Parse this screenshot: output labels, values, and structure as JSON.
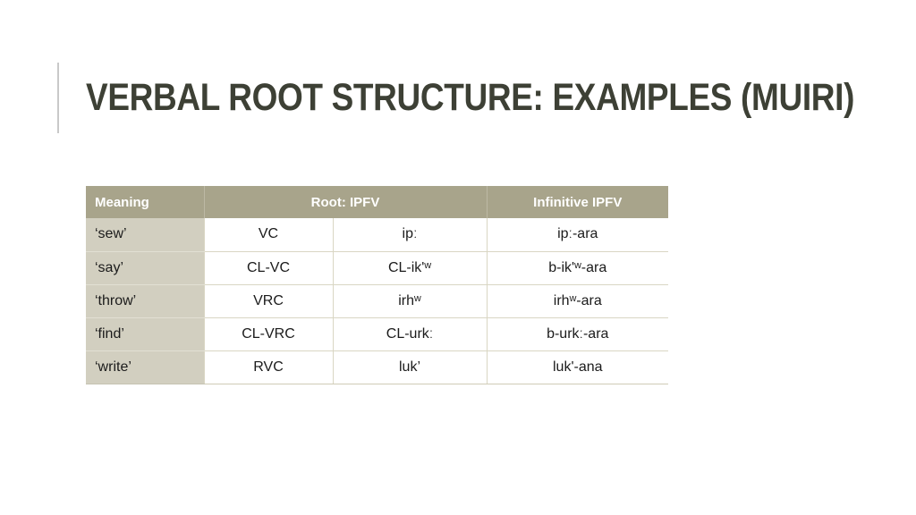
{
  "slide": {
    "title": "VERBAL ROOT STRUCTURE: EXAMPLES (MUIRI)",
    "background_color": "#ffffff",
    "title_color": "#3d4035",
    "accent_rule_color": "#c9c9c9"
  },
  "table": {
    "header_background": "#a8a48b",
    "header_text_color": "#ffffff",
    "meaning_column_background": "#d2cfc0",
    "gridline_color": "#d9d6c3",
    "headers": {
      "meaning": "Meaning",
      "root_ipfv": "Root: IPFV",
      "infinitive_ipfv": "Infinitive IPFV"
    },
    "rows": [
      {
        "meaning": "‘sew’",
        "template": "VC",
        "root": "ipː",
        "infinitive": "ipː-ara"
      },
      {
        "meaning": "‘say’",
        "template": "CL-VC",
        "root": "CL-ik'ʷ",
        "infinitive": "b-ik'ʷ-ara"
      },
      {
        "meaning": "‘throw’",
        "template": "VRC",
        "root": "irhʷ",
        "infinitive": "irhʷ-ara"
      },
      {
        "meaning": "‘find’",
        "template": "CL-VRC",
        "root": "CL-urkː",
        "infinitive": "b-urkː-ara"
      },
      {
        "meaning": "‘write’",
        "template": "RVC",
        "root": "luk’",
        "infinitive": "luk'-ana"
      }
    ]
  }
}
